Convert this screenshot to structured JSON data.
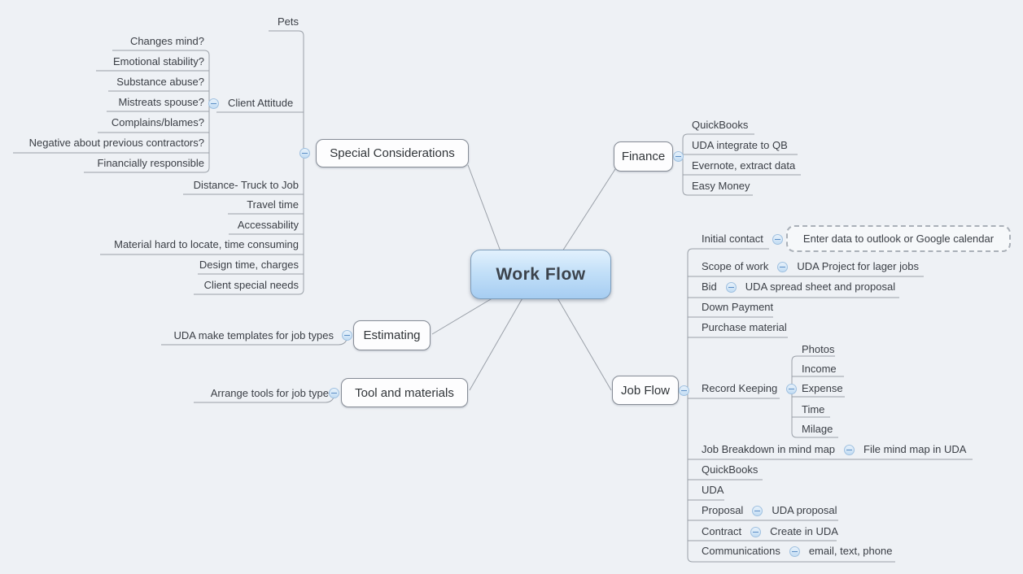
{
  "app": {
    "background": "#eef1f5",
    "line_color": "#9aa0a8",
    "accent_blue": "#a6cdf2"
  },
  "root": {
    "label": "Work Flow"
  },
  "special": {
    "label": "Special Considerations",
    "pets": "Pets",
    "client_attitude": {
      "label": "Client Attitude",
      "children": [
        "Changes mind?",
        "Emotional stability?",
        "Substance abuse?",
        "Mistreats spouse?",
        "Complains/blames?",
        "Negative about previous contractors?",
        "Financially responsible"
      ]
    },
    "children": [
      "Distance- Truck to Job",
      "Travel time",
      "Accessability",
      "Material hard to locate, time consuming",
      "Design time, charges",
      "Client special needs"
    ]
  },
  "finance": {
    "label": "Finance",
    "children": [
      "QuickBooks",
      "UDA integrate to QB",
      "Evernote, extract data",
      "Easy Money"
    ]
  },
  "estimating": {
    "label": "Estimating",
    "child": "UDA make templates for job types"
  },
  "tools": {
    "label": "Tool and materials",
    "child": "Arrange tools for job type"
  },
  "job_flow": {
    "label": "Job Flow",
    "initial_contact": {
      "label": "Initial contact",
      "callout": "Enter data to outlook or Google calendar"
    },
    "scope_of_work": {
      "label": "Scope of work",
      "child": "UDA Project for lager jobs"
    },
    "bid": {
      "label": "Bid",
      "child": "UDA spread sheet and proposal"
    },
    "down_payment": "Down Payment",
    "purchase_material": "Purchase material",
    "record_keeping": {
      "label": "Record Keeping",
      "children": [
        "Photos",
        "Income",
        "Expense",
        "Time",
        "Milage"
      ]
    },
    "job_breakdown": {
      "label": "Job Breakdown in mind map",
      "child": "File mind map in UDA"
    },
    "quickbooks": "QuickBooks",
    "uda": "UDA",
    "proposal": {
      "label": "Proposal",
      "child": "UDA proposal"
    },
    "contract": {
      "label": "Contract",
      "child": "Create in UDA"
    },
    "communications": {
      "label": "Communications",
      "child": "email, text, phone"
    }
  }
}
